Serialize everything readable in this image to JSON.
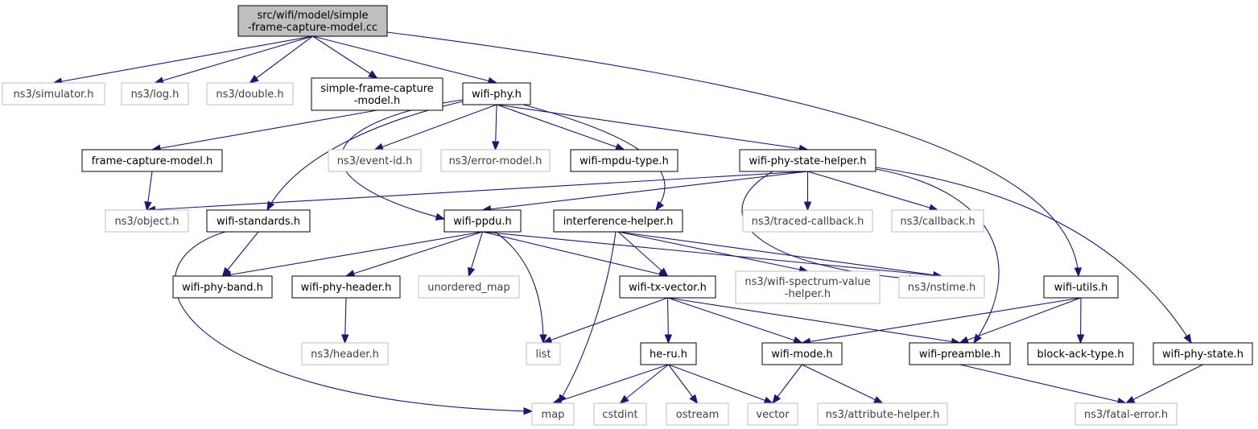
{
  "colors": {
    "edge": "#191970",
    "root_fill": "#bfbfbf",
    "node_border": "#000000",
    "external_border": "#bfbfbf",
    "external_text": "#3f3f3f"
  },
  "nodes": [
    {
      "id": "root",
      "kind": "root",
      "lines": [
        "src/wifi/model/simple",
        "-frame-capture-model.cc"
      ]
    },
    {
      "id": "simulator",
      "kind": "external",
      "lines": [
        "ns3/simulator.h"
      ]
    },
    {
      "id": "log",
      "kind": "external",
      "lines": [
        "ns3/log.h"
      ]
    },
    {
      "id": "double",
      "kind": "external",
      "lines": [
        "ns3/double.h"
      ]
    },
    {
      "id": "sfcm",
      "kind": "internal",
      "lines": [
        "simple-frame-capture",
        "-model.h"
      ]
    },
    {
      "id": "wifiphy",
      "kind": "internal",
      "lines": [
        "wifi-phy.h"
      ]
    },
    {
      "id": "fcm",
      "kind": "internal",
      "lines": [
        "frame-capture-model.h"
      ]
    },
    {
      "id": "eventid",
      "kind": "external",
      "lines": [
        "ns3/event-id.h"
      ]
    },
    {
      "id": "errormodel",
      "kind": "external",
      "lines": [
        "ns3/error-model.h"
      ]
    },
    {
      "id": "mpdutype",
      "kind": "internal",
      "lines": [
        "wifi-mpdu-type.h"
      ]
    },
    {
      "id": "statehelper",
      "kind": "internal",
      "lines": [
        "wifi-phy-state-helper.h"
      ]
    },
    {
      "id": "object",
      "kind": "external",
      "lines": [
        "ns3/object.h"
      ]
    },
    {
      "id": "standards",
      "kind": "internal",
      "lines": [
        "wifi-standards.h"
      ]
    },
    {
      "id": "ppdu",
      "kind": "internal",
      "lines": [
        "wifi-ppdu.h"
      ]
    },
    {
      "id": "interference",
      "kind": "internal",
      "lines": [
        "interference-helper.h"
      ]
    },
    {
      "id": "tracedcb",
      "kind": "external",
      "lines": [
        "ns3/traced-callback.h"
      ]
    },
    {
      "id": "callback",
      "kind": "external",
      "lines": [
        "ns3/callback.h"
      ]
    },
    {
      "id": "band",
      "kind": "internal",
      "lines": [
        "wifi-phy-band.h"
      ]
    },
    {
      "id": "phyheader",
      "kind": "internal",
      "lines": [
        "wifi-phy-header.h"
      ]
    },
    {
      "id": "umap",
      "kind": "external",
      "lines": [
        "unordered_map"
      ]
    },
    {
      "id": "txvector",
      "kind": "internal",
      "lines": [
        "wifi-tx-vector.h"
      ]
    },
    {
      "id": "spectrum",
      "kind": "external",
      "lines": [
        "ns3/wifi-spectrum-value",
        "-helper.h"
      ]
    },
    {
      "id": "nstime",
      "kind": "external",
      "lines": [
        "ns3/nstime.h"
      ]
    },
    {
      "id": "utils",
      "kind": "internal",
      "lines": [
        "wifi-utils.h"
      ]
    },
    {
      "id": "header",
      "kind": "external",
      "lines": [
        "ns3/header.h"
      ]
    },
    {
      "id": "list",
      "kind": "external",
      "lines": [
        "list"
      ]
    },
    {
      "id": "heru",
      "kind": "internal",
      "lines": [
        "he-ru.h"
      ]
    },
    {
      "id": "mode",
      "kind": "internal",
      "lines": [
        "wifi-mode.h"
      ]
    },
    {
      "id": "preamble",
      "kind": "internal",
      "lines": [
        "wifi-preamble.h"
      ]
    },
    {
      "id": "blockack",
      "kind": "internal",
      "lines": [
        "block-ack-type.h"
      ]
    },
    {
      "id": "phystate",
      "kind": "internal",
      "lines": [
        "wifi-phy-state.h"
      ]
    },
    {
      "id": "map",
      "kind": "external",
      "lines": [
        "map"
      ]
    },
    {
      "id": "cstdint",
      "kind": "external",
      "lines": [
        "cstdint"
      ]
    },
    {
      "id": "ostream",
      "kind": "external",
      "lines": [
        "ostream"
      ]
    },
    {
      "id": "vector",
      "kind": "external",
      "lines": [
        "vector"
      ]
    },
    {
      "id": "attrhelper",
      "kind": "external",
      "lines": [
        "ns3/attribute-helper.h"
      ]
    },
    {
      "id": "fatalerror",
      "kind": "external",
      "lines": [
        "ns3/fatal-error.h"
      ]
    }
  ],
  "edges": [
    [
      "root",
      "simulator"
    ],
    [
      "root",
      "log"
    ],
    [
      "root",
      "double"
    ],
    [
      "root",
      "sfcm"
    ],
    [
      "root",
      "wifiphy"
    ],
    [
      "root",
      "utils"
    ],
    [
      "sfcm",
      "fcm"
    ],
    [
      "fcm",
      "object"
    ],
    [
      "wifiphy",
      "eventid"
    ],
    [
      "wifiphy",
      "errormodel"
    ],
    [
      "wifiphy",
      "mpdutype"
    ],
    [
      "wifiphy",
      "statehelper"
    ],
    [
      "wifiphy",
      "standards"
    ],
    [
      "wifiphy",
      "ppdu"
    ],
    [
      "wifiphy",
      "interference"
    ],
    [
      "statehelper",
      "object"
    ],
    [
      "statehelper",
      "ppdu"
    ],
    [
      "statehelper",
      "tracedcb"
    ],
    [
      "statehelper",
      "callback"
    ],
    [
      "statehelper",
      "nstime"
    ],
    [
      "statehelper",
      "preamble"
    ],
    [
      "statehelper",
      "phystate"
    ],
    [
      "standards",
      "band"
    ],
    [
      "standards",
      "map"
    ],
    [
      "ppdu",
      "band"
    ],
    [
      "ppdu",
      "phyheader"
    ],
    [
      "ppdu",
      "umap"
    ],
    [
      "ppdu",
      "txvector"
    ],
    [
      "ppdu",
      "nstime"
    ],
    [
      "ppdu",
      "list"
    ],
    [
      "interference",
      "txvector"
    ],
    [
      "interference",
      "spectrum"
    ],
    [
      "interference",
      "nstime"
    ],
    [
      "interference",
      "map"
    ],
    [
      "phyheader",
      "header"
    ],
    [
      "txvector",
      "list"
    ],
    [
      "txvector",
      "heru"
    ],
    [
      "txvector",
      "mode"
    ],
    [
      "txvector",
      "preamble"
    ],
    [
      "utils",
      "mode"
    ],
    [
      "utils",
      "preamble"
    ],
    [
      "utils",
      "blockack"
    ],
    [
      "heru",
      "map"
    ],
    [
      "heru",
      "cstdint"
    ],
    [
      "heru",
      "ostream"
    ],
    [
      "heru",
      "vector"
    ],
    [
      "mode",
      "vector"
    ],
    [
      "mode",
      "attrhelper"
    ],
    [
      "preamble",
      "fatalerror"
    ],
    [
      "phystate",
      "fatalerror"
    ]
  ]
}
